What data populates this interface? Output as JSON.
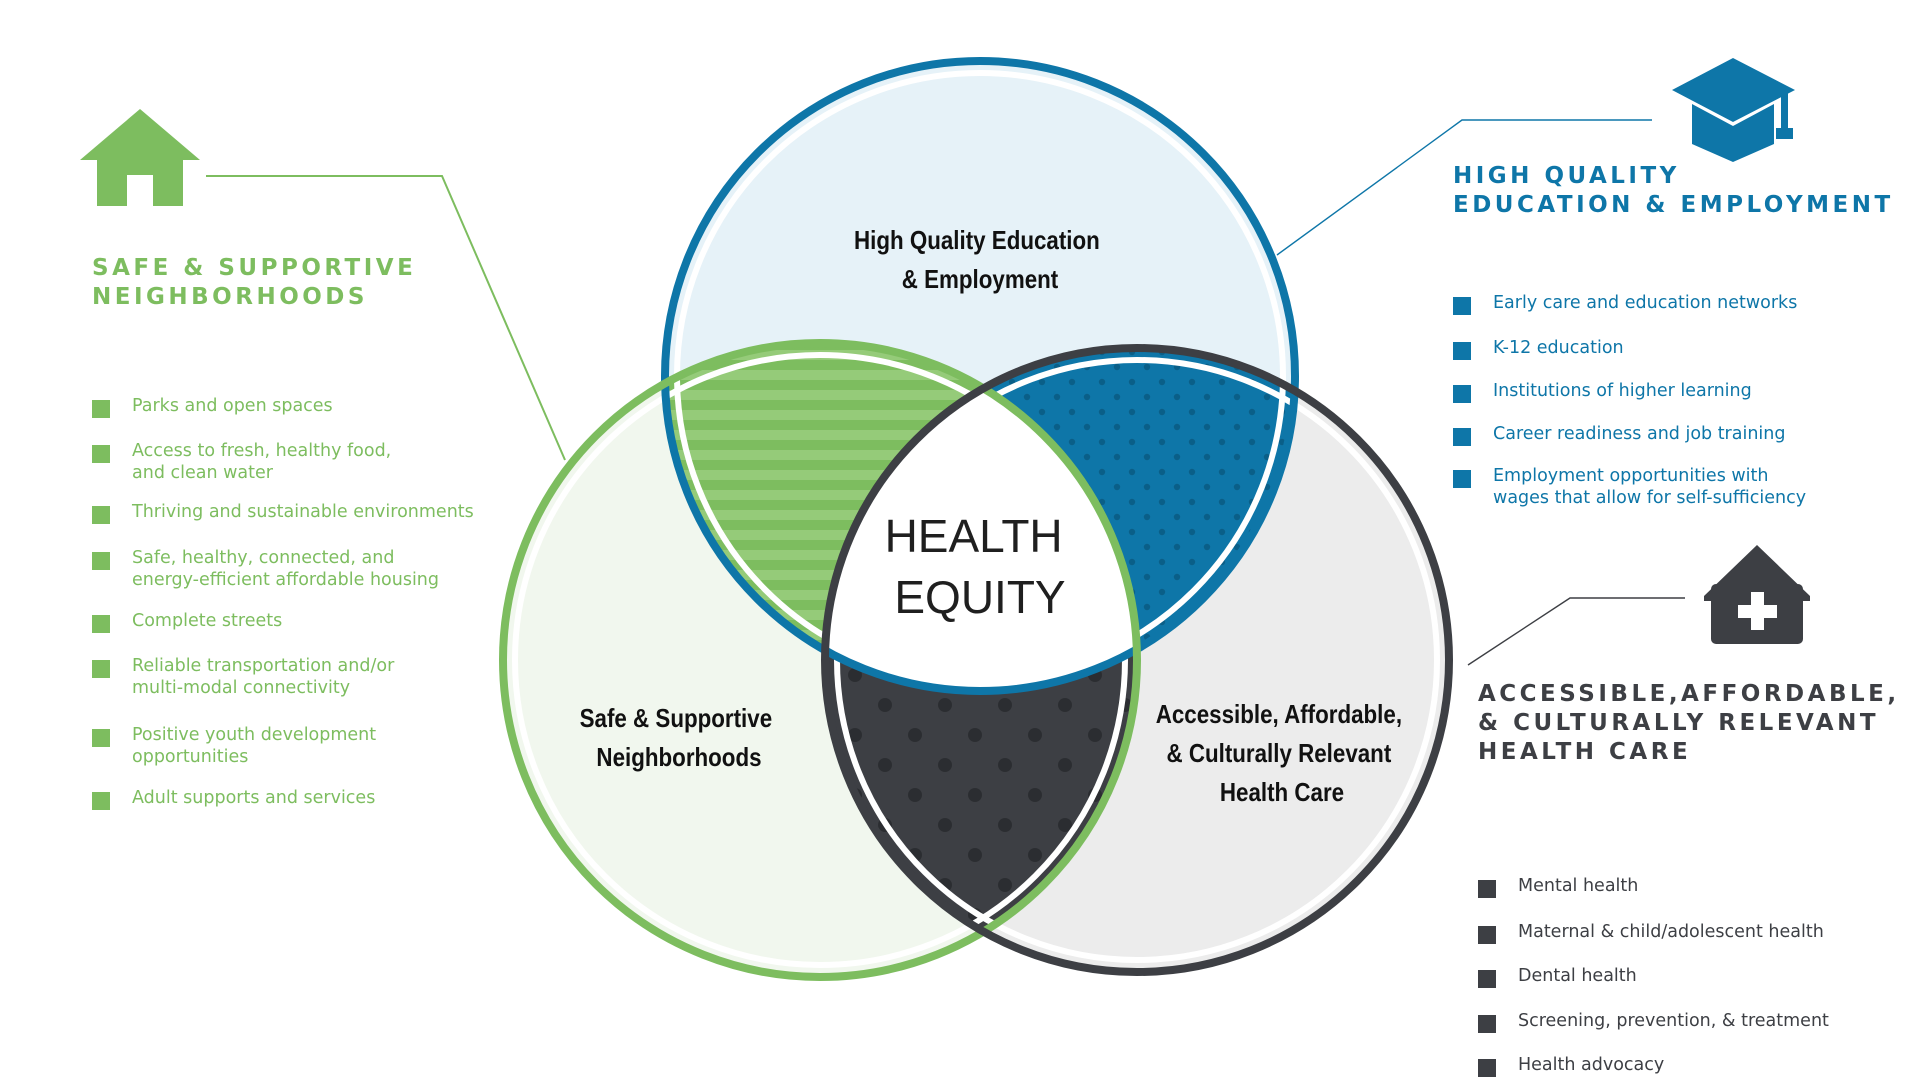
{
  "colors": {
    "green": "#7dbd5f",
    "blue": "#0e76a8",
    "dark": "#3d3f44",
    "light_blue_fill": "#e6f2f8",
    "light_green_fill": "#f1f7ee",
    "light_gray_fill": "#ececec"
  },
  "icons": {
    "neighborhoods": "house-icon",
    "education": "graduation-cap-icon",
    "health": "medical-house-icon"
  },
  "venn": {
    "center_label": [
      "HEALTH",
      "EQUITY"
    ],
    "circles": {
      "education": [
        "High Quality Education",
        "& Employment"
      ],
      "neighborhoods": [
        "Safe & Supportive",
        "Neighborhoods"
      ],
      "health": [
        "Accessible, Affordable,",
        "& Culturally Relevant",
        "Health Care"
      ]
    }
  },
  "panels": {
    "neighborhoods": {
      "title": [
        "SAFE & SUPPORTIVE",
        "NEIGHBORHOODS"
      ],
      "items": [
        [
          "Parks and open spaces"
        ],
        [
          "Access to fresh, healthy food,",
          "and clean water"
        ],
        [
          "Thriving and sustainable environments"
        ],
        [
          "Safe, healthy, connected, and",
          "energy-efficient affordable housing"
        ],
        [
          "Complete streets"
        ],
        [
          "Reliable transportation and/or",
          "multi-modal connectivity"
        ],
        [
          "Positive youth development",
          "opportunities"
        ],
        [
          "Adult supports and services"
        ]
      ]
    },
    "education": {
      "title": [
        "HIGH QUALITY",
        "EDUCATION & EMPLOYMENT"
      ],
      "items": [
        [
          "Early care and education networks"
        ],
        [
          "K-12 education"
        ],
        [
          "Institutions of higher learning"
        ],
        [
          "Career readiness and job training"
        ],
        [
          "Employment opportunities with",
          "wages that allow for self-sufficiency"
        ]
      ]
    },
    "health": {
      "title": [
        "ACCESSIBLE,AFFORDABLE,",
        "& CULTURALLY RELEVANT",
        "HEALTH CARE"
      ],
      "items": [
        [
          "Mental health"
        ],
        [
          "Maternal & child/adolescent health"
        ],
        [
          "Dental health"
        ],
        [
          "Screening, prevention, & treatment"
        ],
        [
          "Health advocacy"
        ]
      ]
    }
  }
}
